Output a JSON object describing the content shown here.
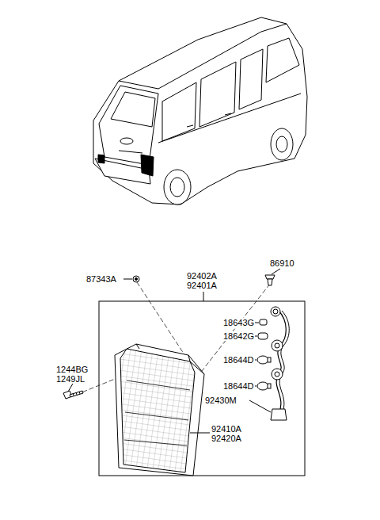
{
  "diagram": {
    "labels": [
      "87343A",
      "92402A",
      "92401A",
      "86910",
      "18643G",
      "18642G",
      "18644D",
      "18644D",
      "1244BG",
      "1249JL",
      "92430M",
      "92410A",
      "92420A"
    ]
  }
}
